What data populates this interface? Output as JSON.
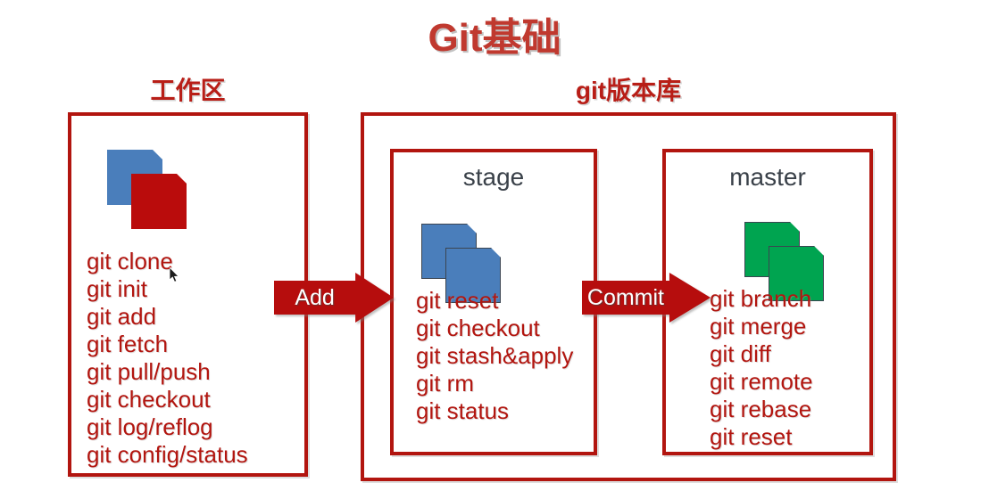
{
  "title": "Git基础",
  "sections": {
    "workarea": {
      "heading": "工作区",
      "commands": [
        "git clone",
        "git init",
        "git add",
        "git fetch",
        "git pull/push",
        "git checkout",
        "git log/reflog",
        "git config/status"
      ]
    },
    "repository": {
      "heading": "git版本库",
      "stage": {
        "caption": "stage",
        "commands": [
          "git reset",
          "git checkout",
          "git stash&apply",
          "git rm",
          "git status"
        ]
      },
      "master": {
        "caption": "master",
        "commands": [
          "git branch",
          "git merge",
          "git diff",
          "git remote",
          "git rebase",
          "git reset"
        ]
      }
    }
  },
  "arrows": {
    "add": "Add",
    "commit": "Commit"
  },
  "icons": {
    "workarea_back": "document-icon-blue",
    "workarea_front": "document-icon-red",
    "stage_back": "document-icon-blue",
    "stage_front": "document-icon-blue",
    "master_back": "document-icon-green",
    "master_front": "document-icon-green",
    "cursor": "mouse-pointer-icon"
  },
  "colors": {
    "title_red": "#c0392f",
    "border_red": "#b2150f",
    "arrow_red": "#b60d0d",
    "doc_blue": "#4a7ebb",
    "doc_red": "#ba0c0c",
    "doc_green": "#00a450",
    "caption_gray": "#3a4149",
    "background": "#ffffff"
  }
}
